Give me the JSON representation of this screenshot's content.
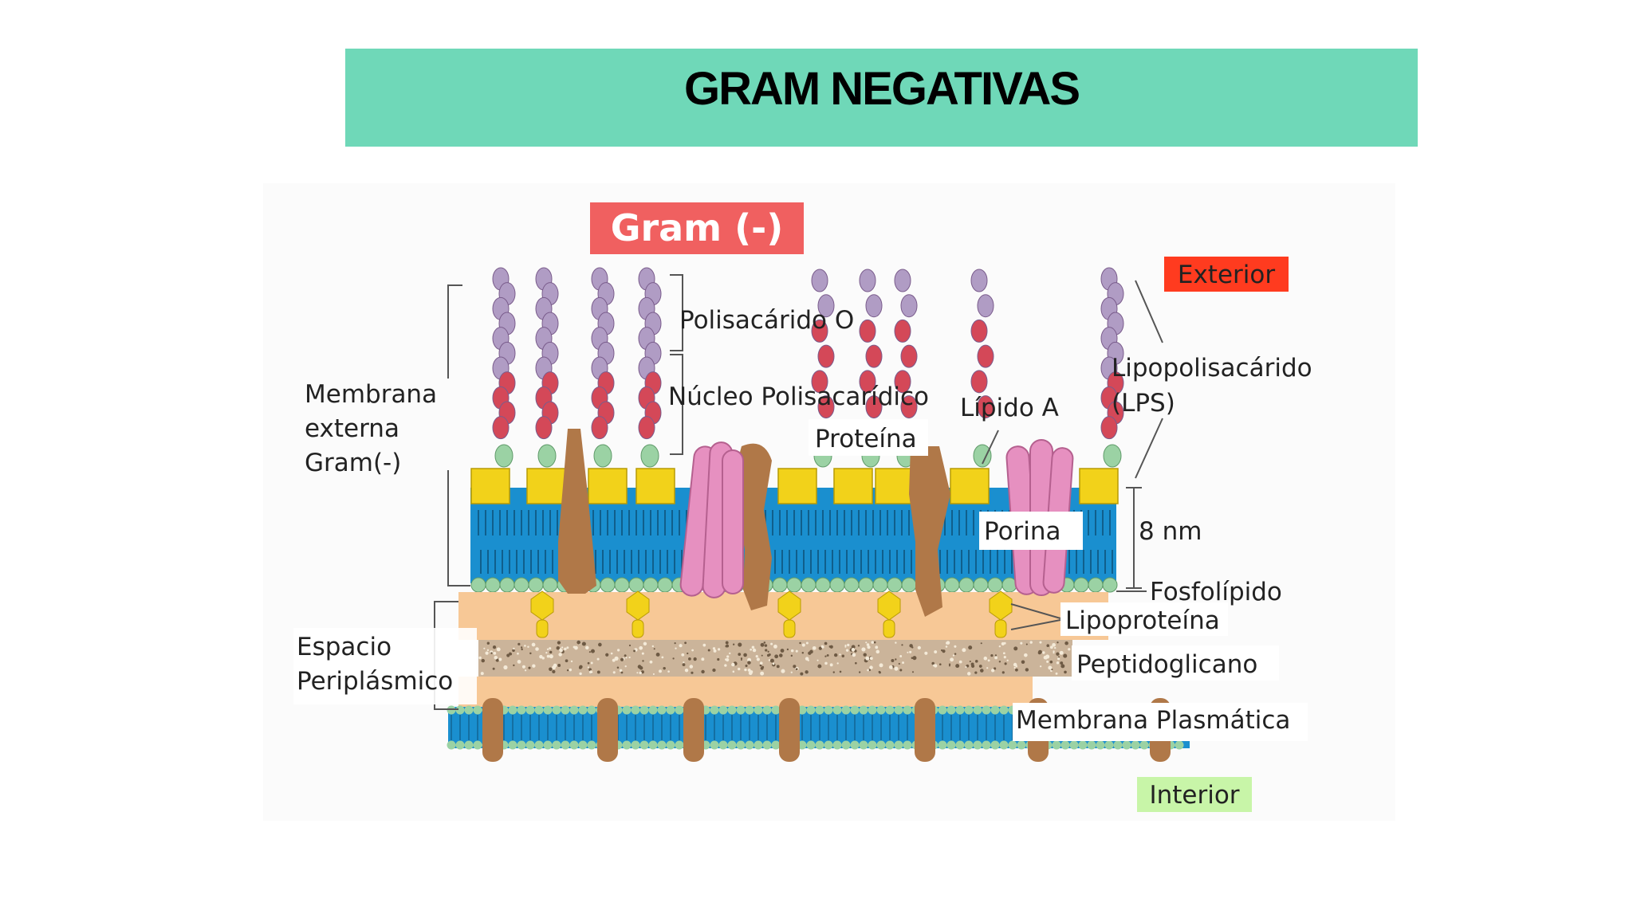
{
  "slide": {
    "title": "GRAM NEGATIVAS"
  },
  "diagram": {
    "badge": "Gram (-)",
    "exterior": "Exterior",
    "interior": "Interior",
    "labels": {
      "membrana_externa": [
        "Membrana",
        "externa",
        "Gram(-)"
      ],
      "espacio_periplasmico": [
        "Espacio",
        "Periplásmico"
      ],
      "polisacarido_o": "Polisacárido O",
      "nucleo_polisacaridico": "Núcleo Polisacarídico",
      "proteina": "Proteína",
      "lipido_a": "Lípido A",
      "lps": [
        "Lipopolisacárido",
        "(LPS)"
      ],
      "porina": "Porina",
      "thickness": "8 nm",
      "fosfolipido": "Fosfolípido",
      "lipoproteina": "Lipoproteína",
      "peptidoglicano": "Peptidoglicano",
      "membrana_plasmatica": "Membrana Plasmática"
    },
    "colors": {
      "title_bar": "#6fd8b8",
      "badge": "#f06060",
      "exterior_box": "#ff3b1f",
      "interior_box": "#c8f5a8",
      "membrane_blue": "#1a8fcf",
      "lipid_a_yellow": "#f2d21a",
      "periplasm": "#f7c896",
      "peptidoglycan": "#cbb49a",
      "protein_brown": "#b07848",
      "porin_pink": "#e690c0",
      "o_chain_purple": "#b09cc4",
      "core_red": "#d44858",
      "sugar_green": "#9bd2a4"
    }
  }
}
